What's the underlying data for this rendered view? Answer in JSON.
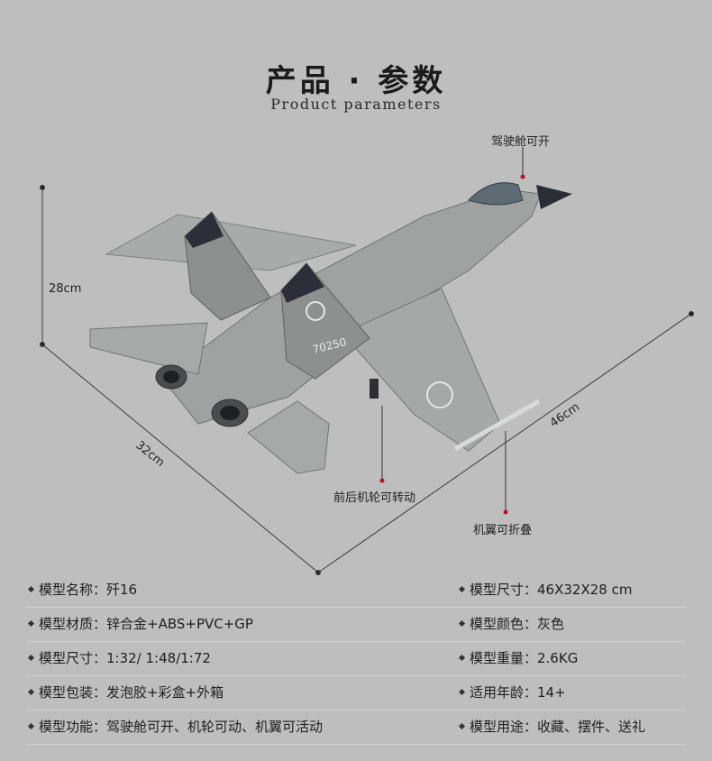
{
  "header": {
    "title": "产品 · 参数",
    "subtitle": "Product parameters"
  },
  "dimensions": {
    "height": "28cm",
    "length": "32cm",
    "width": "46cm"
  },
  "callouts": {
    "cockpit": "驾驶舱可开",
    "wheels": "前后机轮可转动",
    "wings": "机翼可折叠"
  },
  "aircraft": {
    "tail_number": "70250"
  },
  "params": [
    {
      "left": "模型名称：歼16",
      "right": "模型尺寸：46X32X28 cm"
    },
    {
      "left": "模型材质：锌合金+ABS+PVC+GP",
      "right": "模型颜色：灰色"
    },
    {
      "left": "模型尺寸：1:32/ 1:48/1:72",
      "right": "模型重量：2.6KG"
    },
    {
      "left": "模型包装：发泡胶+彩盒+外箱",
      "right": "适用年龄：14+"
    },
    {
      "left": "模型功能：驾驶舱可开、机轮可动、机翼可活动",
      "right": "模型用途：收藏、摆件、送礼"
    }
  ],
  "colors": {
    "background": "#bebebf",
    "callout_dot": "#b5122d",
    "jet_body": "#9ea2a0"
  }
}
